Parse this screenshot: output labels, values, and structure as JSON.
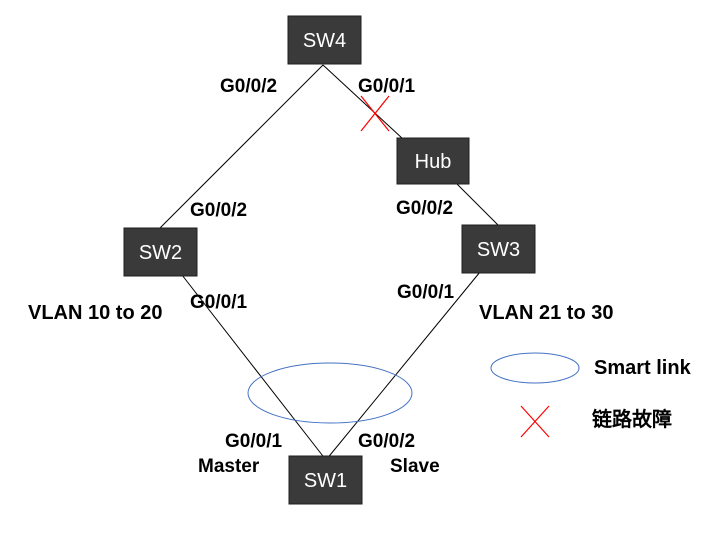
{
  "nodes": {
    "sw4": "SW4",
    "hub": "Hub",
    "sw2": "SW2",
    "sw3": "SW3",
    "sw1": "SW1"
  },
  "ports": {
    "sw4_left": "G0/0/2",
    "sw4_right": "G0/0/1",
    "sw2_top": "G0/0/2",
    "sw2_bottom": "G0/0/1",
    "hub_bottom": "G0/0/2",
    "sw3_bottom": "G0/0/1",
    "sw1_left": "G0/0/1",
    "sw1_right": "G0/0/2"
  },
  "roles": {
    "master": "Master",
    "slave": "Slave"
  },
  "vlans": {
    "left": "VLAN 10 to 20",
    "right": "VLAN 21 to 30"
  },
  "legend": {
    "smart_link": "Smart link",
    "link_fault": "链路故障"
  },
  "colors": {
    "node_fill": "#3a3a3a",
    "smart_link_ellipse": "#4472c4",
    "fault_mark": "#ff0000"
  }
}
